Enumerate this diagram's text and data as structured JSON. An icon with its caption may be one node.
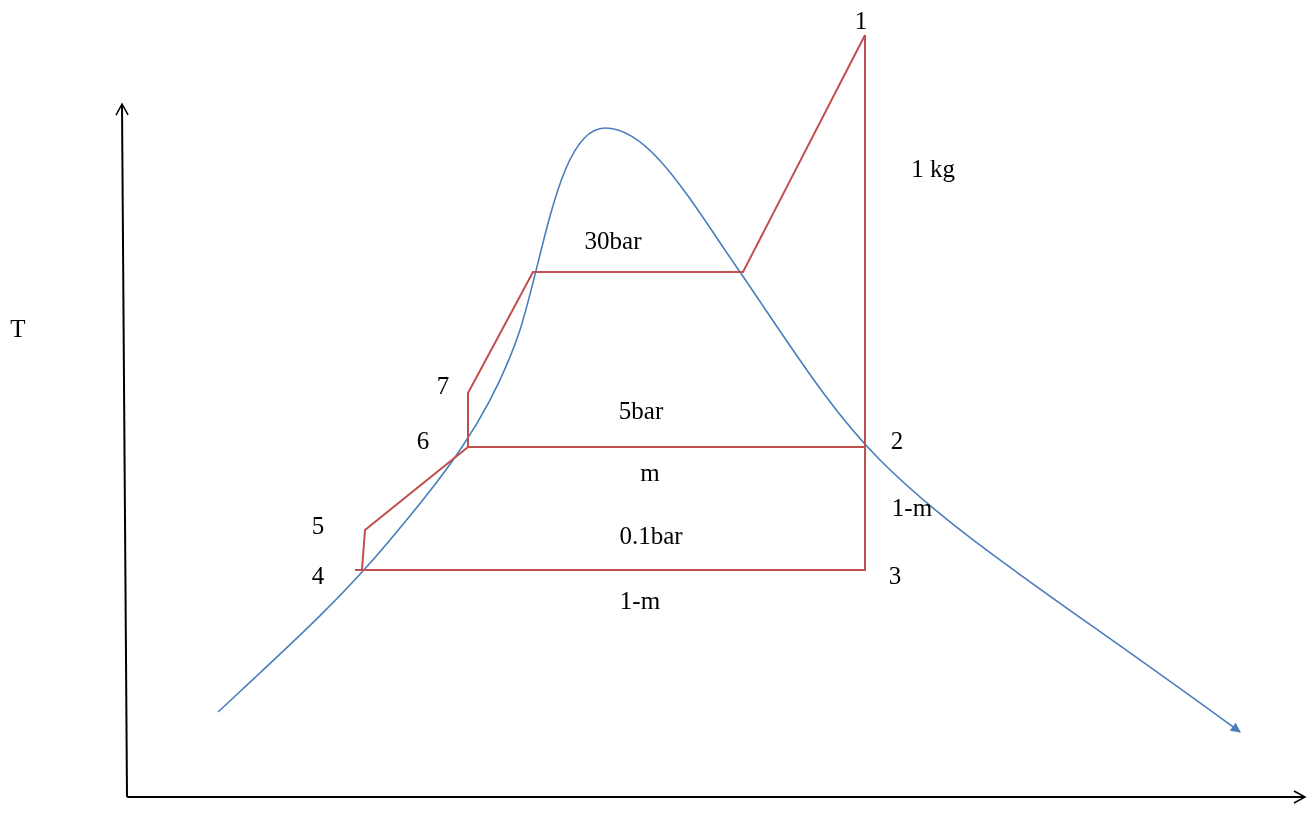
{
  "diagram": {
    "labels": [
      "1",
      "1 kg",
      "30bar",
      "T",
      "7",
      "5bar",
      "6",
      "2",
      "m",
      "1-m",
      "5",
      "0.1bar",
      "4",
      "3",
      "1-m"
    ]
  }
}
